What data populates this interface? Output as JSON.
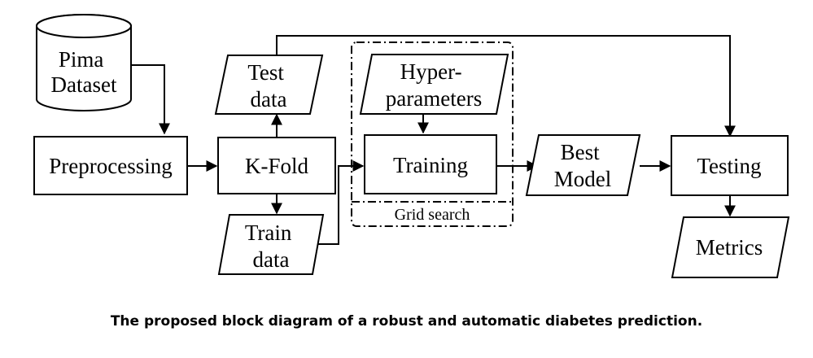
{
  "diagram": {
    "nodes": {
      "pima_dataset": [
        "Pima",
        "Dataset"
      ],
      "preprocessing": [
        "Preprocessing"
      ],
      "test_data": [
        "Test",
        "data"
      ],
      "kfold": [
        "K-Fold"
      ],
      "train_data": [
        "Train",
        "data"
      ],
      "hyperparameters": [
        "Hyper-",
        "parameters"
      ],
      "training": [
        "Training"
      ],
      "grid_search": "Grid search",
      "best_model": [
        "Best",
        "Model"
      ],
      "testing": [
        "Testing"
      ],
      "metrics": [
        "Metrics"
      ]
    },
    "edges": [
      {
        "from": "pima_dataset",
        "to": "preprocessing"
      },
      {
        "from": "preprocessing",
        "to": "kfold"
      },
      {
        "from": "kfold",
        "to": "test_data"
      },
      {
        "from": "kfold",
        "to": "train_data"
      },
      {
        "from": "train_data",
        "to": "training"
      },
      {
        "from": "hyperparameters",
        "to": "training"
      },
      {
        "from": "training",
        "to": "best_model"
      },
      {
        "from": "best_model",
        "to": "testing"
      },
      {
        "from": "test_data",
        "to": "testing"
      },
      {
        "from": "testing",
        "to": "metrics"
      }
    ]
  },
  "caption": "The proposed block diagram of a robust and automatic diabetes prediction."
}
